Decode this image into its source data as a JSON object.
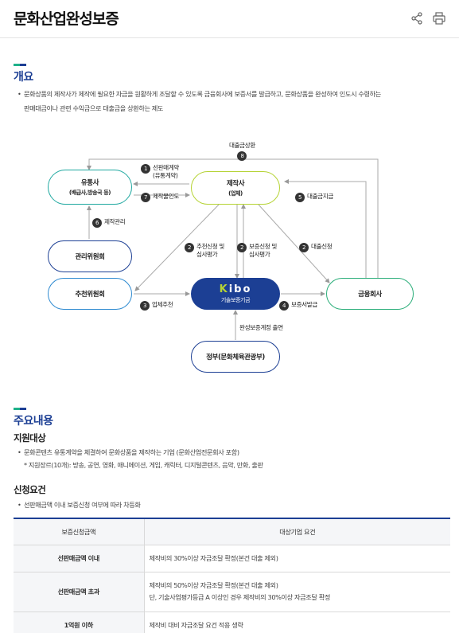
{
  "header": {
    "title": "문화산업완성보증",
    "share_icon": "share-icon",
    "print_icon": "print-icon"
  },
  "overview": {
    "title": "개요",
    "text_line1": "문화상품의 제작사가 제작에 필요한 자금을 원활하게 조달할 수 있도록 금융회사에 보증서를 발급하고, 문화상품을 완성하여 인도시 수령하는",
    "text_line2": "판매대금이나 관련 수익금으로 대출금을 상환하는 제도"
  },
  "diagram": {
    "nodes": {
      "distributor": "유통사",
      "distributor_sub": "(배급사,방송국 등)",
      "producer": "제작사",
      "producer_sub": "(업체)",
      "committee": "관리위원회",
      "recommend": "추천위원회",
      "kibo_logo_k": "K",
      "kibo_logo_rest": "ibo",
      "kibo_sub": "기술보증기금",
      "bank": "금융회사",
      "gov": "정부(문화체육관광부)"
    },
    "steps": {
      "s1_num": "1",
      "s1_line1": "선판매계약",
      "s1_line2": "(유통계약)",
      "s2a_num": "2",
      "s2a_line1": "추천신청 및",
      "s2a_line2": "심사평가",
      "s2b_num": "2",
      "s2b_line1": "보증신청 및",
      "s2b_line2": "심사평가",
      "s2c_num": "2",
      "s2c_line1": "대출신청",
      "s3_num": "3",
      "s3_label": "업체추천",
      "s4_num": "4",
      "s4_label": "보증서발급",
      "s5_num": "5",
      "s5_label": "대출금지급",
      "s6_num": "6",
      "s6_label": "제작관리",
      "s7_num": "7",
      "s7_label": "제작물인도",
      "s8_num": "8",
      "s8_label": "대출금상환",
      "gov_label": "완성보증계정 출연"
    }
  },
  "main_content": {
    "title": "주요내용",
    "support_target": {
      "title": "지원대상",
      "line1": "문화콘텐츠 유통계약을 체결하여 문화상품을 제작하는 기업 (문화산업전문회사 포함)",
      "line2": "* 지원장르(10개): 방송, 공연, 영화, 애니메이션, 게임, 캐릭터, 디지털콘텐츠, 음악, 만화, 출판"
    },
    "requirements": {
      "title": "신청요건",
      "line1": "선판매금액 이내 보증신청 여부에 따라 차등화"
    },
    "table": {
      "headers": [
        "보증신청금액",
        "대상기업 요건"
      ],
      "rows": [
        {
          "amount": "선판매금액 이내",
          "req1": "제작비의 30%이상 자금조달 확정(본건 대출 제외)",
          "req2": ""
        },
        {
          "amount": "선판매금액 초과",
          "req1": "제작비의 50%이상 자금조달 확정(본건 대출 제외)",
          "req2": "단, 기술사업평가등급 A 이상인 경우 제작비의 30%이상 자금조달 확정"
        },
        {
          "amount": "1억원 이하",
          "req1": "제작비 대비 자금조달 요건 적용 생략",
          "req2": ""
        }
      ]
    }
  }
}
